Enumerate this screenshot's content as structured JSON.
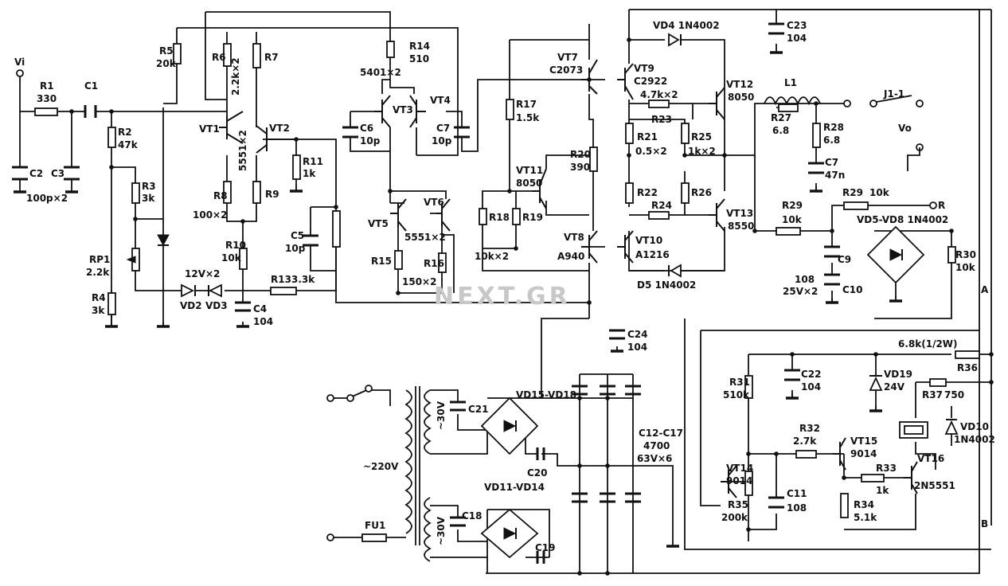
{
  "diagram": {
    "watermark": "NEXT.GR",
    "ground_symbols": 14,
    "labels": {
      "vi": "Vi",
      "r1": "R1",
      "r1v": "330",
      "c1": "C1",
      "c2": "C2",
      "c3": "C3",
      "c2c3v": "100p×2",
      "r2": "R2",
      "r2v": "47k",
      "r3": "R3",
      "r3v": "3k",
      "rp1": "RP1",
      "rp1v": "2.2k",
      "r4": "R4",
      "r4v": "3k",
      "r5": "R5",
      "r5v": "20k",
      "r6": "R6",
      "r7": "R7",
      "r6r7v": "2.2k×2",
      "vt1": "VT1",
      "vt2": "VT2",
      "vt12pair": "5551×2",
      "r8": "R8",
      "r9": "R9",
      "r8r9v": "100×2",
      "r10": "R10",
      "r10v": "10k",
      "r11": "R11",
      "r11v": "1k",
      "vd2vd3v": "12V×2",
      "vd2": "VD2",
      "vd3": "VD3",
      "r13": "R13",
      "r13v": "3.3k",
      "c4": "C4",
      "c4v": "104",
      "c5": "C5",
      "c5v": "10p",
      "c6": "C6",
      "c6v": "10p",
      "c7": "C7",
      "c7v": "10p",
      "r14": "R14",
      "r14v": "510",
      "vt34pair": "5401×2",
      "vt3": "VT3",
      "vt4": "VT4",
      "vt5": "VT5",
      "vt6": "VT6",
      "vt56pair": "5551×2",
      "r15": "R15",
      "r16": "R16",
      "r15r16v": "150×2",
      "r17": "R17",
      "r17v": "1.5k",
      "vt11": "VT11",
      "vt11v": "8050",
      "r18": "R18",
      "r19": "R19",
      "r18r19v": "10k×2",
      "vt7": "VT7",
      "vt7v": "C2073",
      "vt8": "VT8",
      "vt8v": "A940",
      "r20": "R20",
      "r20v": "390",
      "vt9": "VT9",
      "vt9v": "C2922",
      "vt10": "VT10",
      "vt10v": "A1216",
      "vd4": "VD4 1N4002",
      "d5": "D5 1N4002",
      "r21": "R21",
      "r22": "R22",
      "r2122v": "0.5×2",
      "r23": "R23",
      "r24": "R24",
      "r23r24v": "4.7k×2",
      "r25": "R25",
      "r26": "R26",
      "r2526v": "1k×2",
      "vt12": "VT12",
      "vt12v": "8050",
      "vt13": "VT13",
      "vt13v": "8550",
      "c23": "C23",
      "c23v": "104",
      "l1": "L1",
      "r27": "R27",
      "r27v": "6.8",
      "r28": "R28",
      "r28v": "6.8",
      "c7b": "C7",
      "c7bv": "47n",
      "j1": "J1-1",
      "vo": "Vo",
      "r29": "R29",
      "r29v": "10k",
      "r": "R",
      "r29b": "R29",
      "r29bv": "10k",
      "vd5vd8": "VD5-VD8 1N4002",
      "c9": "C9",
      "c10": "C10",
      "c910v": "108",
      "c910v2": "25V×2",
      "r30": "R30",
      "r30v": "10k",
      "a": "A",
      "b": "B",
      "c24": "C24",
      "c24v": "104",
      "mains": "~220V",
      "fu1": "FU1",
      "sec1": "~30V",
      "sec2": "~30V",
      "c21": "C21",
      "c20": "C20",
      "vd15": "VD15-VD18",
      "c18": "C18",
      "c19": "C19",
      "vd11": "VD11-VD14",
      "c12c17": "C12-C17",
      "c12c17v": "4700",
      "c12c17v2": "63V×6",
      "r31": "R31",
      "r31v": "510k",
      "c22": "C22",
      "c22v": "104",
      "vd19": "VD19",
      "vd19v": "24V",
      "r36v": "6.8k(1/2W)",
      "r36": "R36",
      "r37": "R37",
      "r37v": "750",
      "vd10": "VD10",
      "vd10v": "1N4002",
      "r32": "R32",
      "r32v": "2.7k",
      "vt15": "VT15",
      "vt15v": "9014",
      "vt14": "VT14",
      "vt14v": "9014",
      "r33": "R33",
      "r33v": "1k",
      "vt16": "VT16",
      "vt16v": "2N5551",
      "r35": "R35",
      "r35v": "200k",
      "c11": "C11",
      "c11v": "108",
      "r34": "R34",
      "r34v": "5.1k"
    }
  }
}
